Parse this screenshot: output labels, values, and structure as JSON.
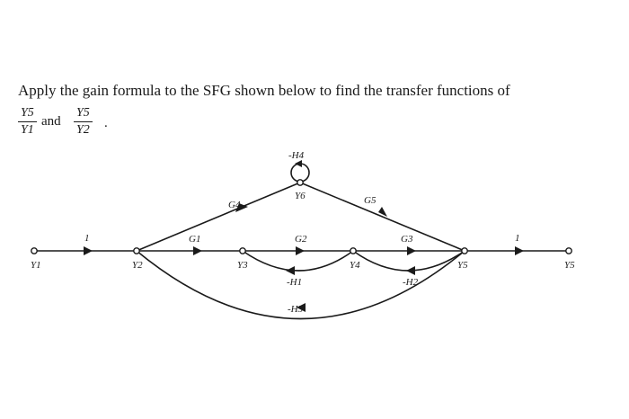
{
  "problem": {
    "text": "Apply the gain formula to the SFG shown below to find the transfer functions of",
    "frac1": {
      "num": "Y5",
      "den": "Y1"
    },
    "and": "and",
    "frac2": {
      "num": "Y5",
      "den": "Y2"
    },
    "period": "."
  },
  "nodes": {
    "y1": "Y1",
    "y2": "Y2",
    "y3": "Y3",
    "y4": "Y4",
    "y5": "Y5",
    "y6": "Y6",
    "y5out": "Y5"
  },
  "gains": {
    "in": "1",
    "g1": "G1",
    "g2": "G2",
    "g3": "G3",
    "g4": "G4",
    "g5": "G5",
    "h1": "-H1",
    "h2": "-H2",
    "h3": "-H3",
    "h4": "-H4",
    "out": "1"
  }
}
